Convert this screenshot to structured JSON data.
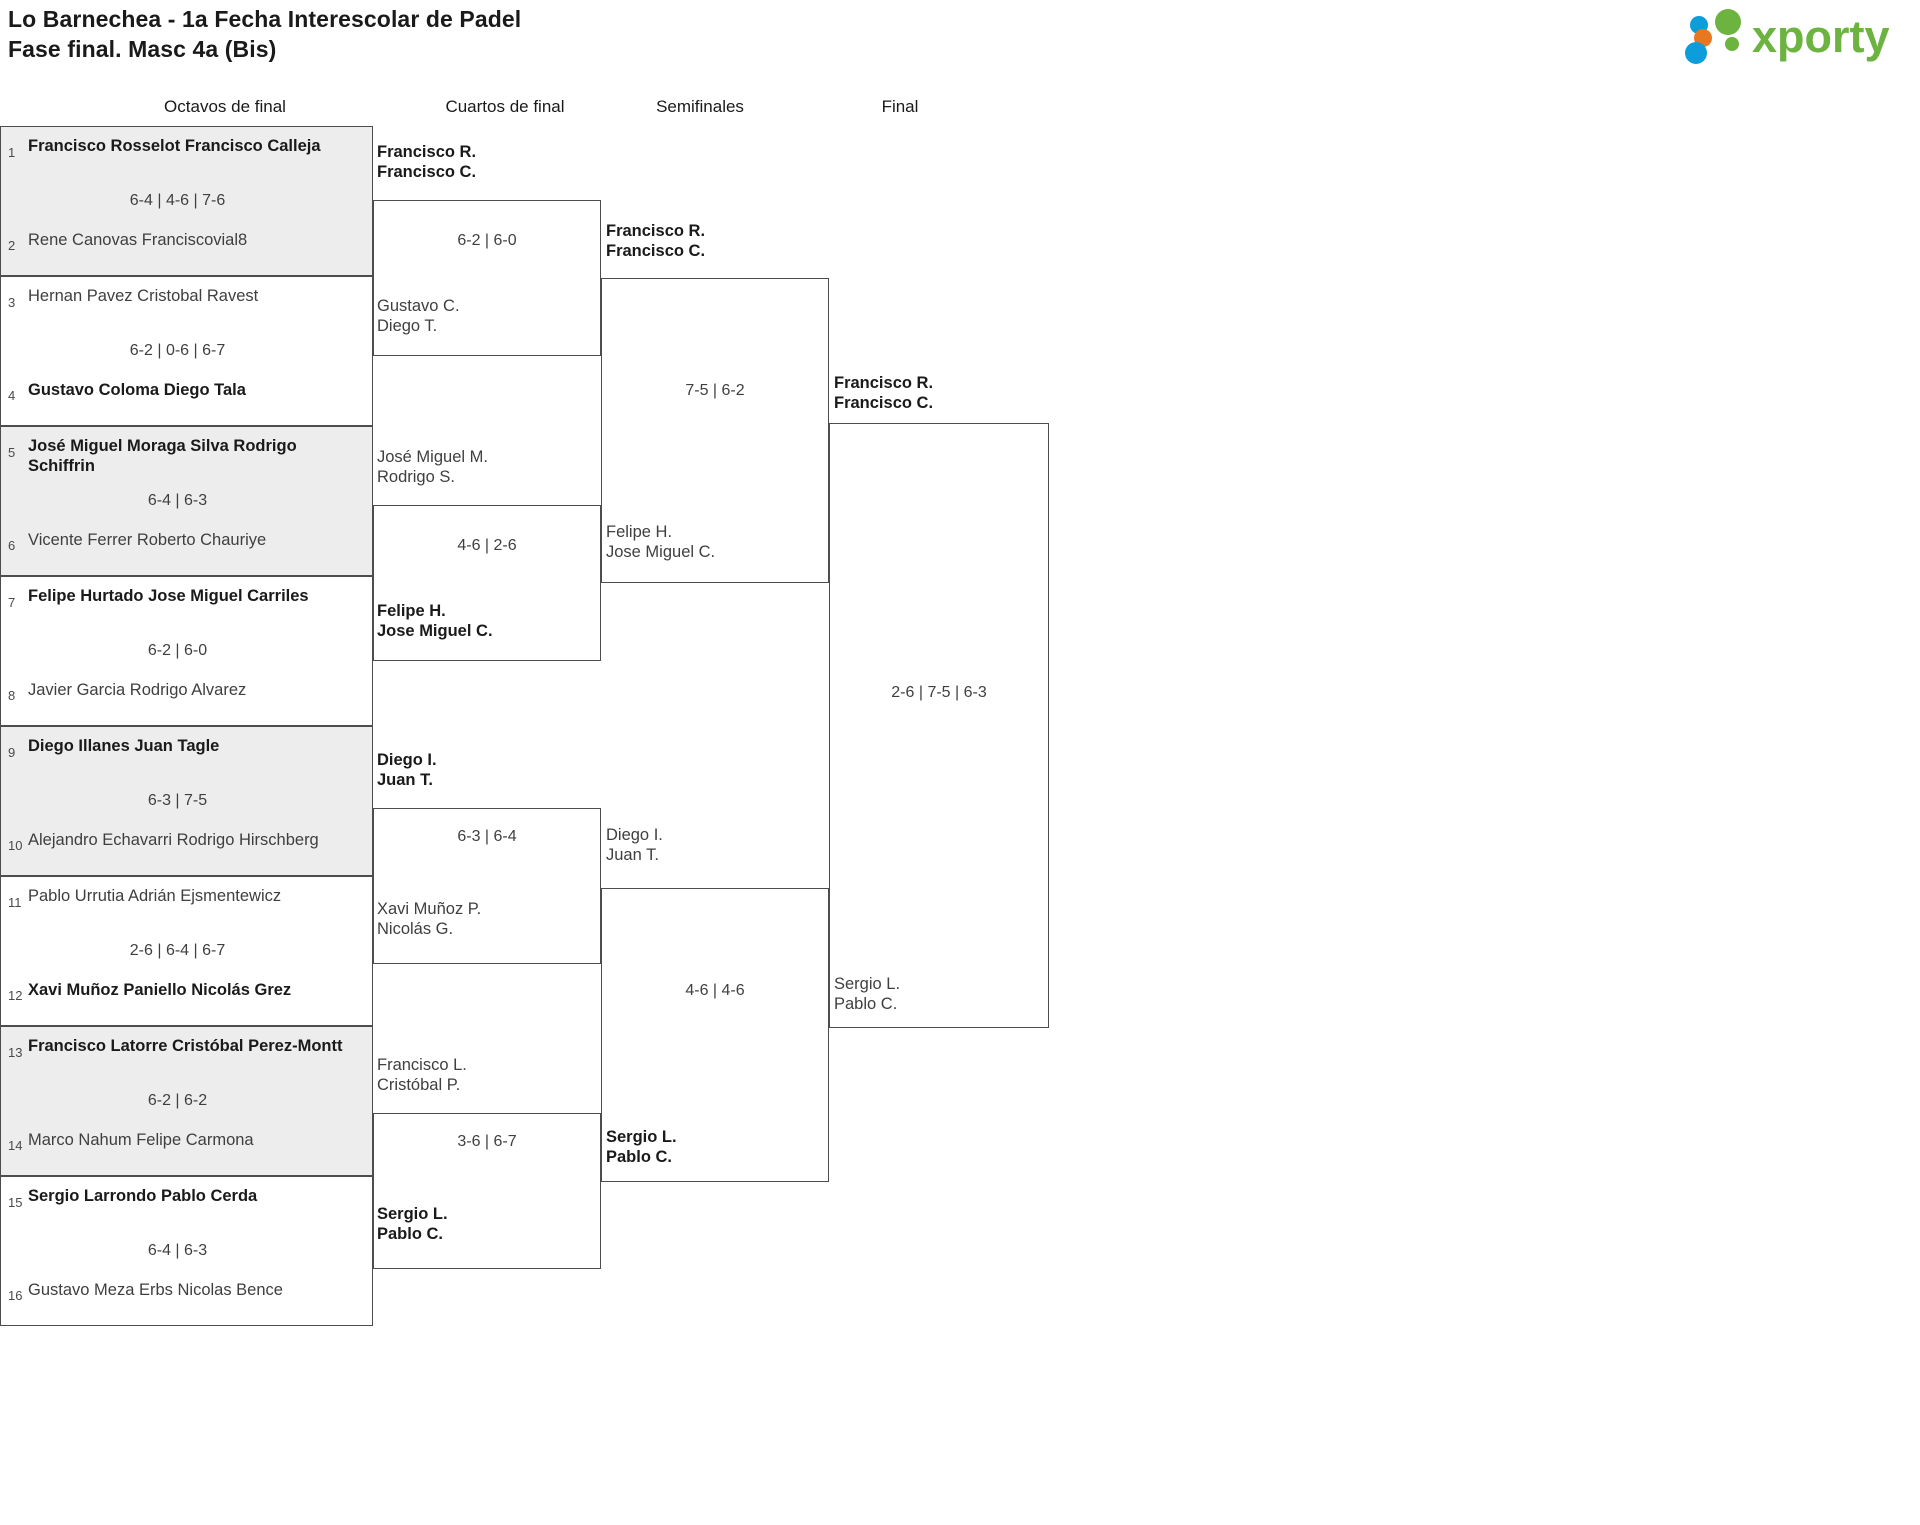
{
  "header": {
    "title_line1": "Lo Barnechea - 1a Fecha Interescolar de Padel",
    "title_line2": "Fase final. Masc 4a (Bis)",
    "logo_text": "xporty",
    "logo_colors": {
      "green": "#6cb33f",
      "blue": "#0d9ddb",
      "orange": "#e87722"
    }
  },
  "rounds": [
    {
      "label": "Octavos de final"
    },
    {
      "label": "Cuartos de final"
    },
    {
      "label": "Semifinales"
    },
    {
      "label": "Final"
    }
  ],
  "round1": {
    "matches": [
      {
        "score": "6-4 | 4-6 | 7-6",
        "top": {
          "seed": "1",
          "p1": "Francisco Rosselot",
          "p2": "Francisco Calleja",
          "winner": true
        },
        "bottom": {
          "seed": "2",
          "p1": "Rene Canovas",
          "p2": "Franciscovial8",
          "winner": false
        }
      },
      {
        "score": "6-2 | 0-6 | 6-7",
        "top": {
          "seed": "3",
          "p1": "Hernan Pavez",
          "p2": "Cristobal Ravest",
          "winner": false
        },
        "bottom": {
          "seed": "4",
          "p1": "Gustavo Coloma",
          "p2": "Diego Tala",
          "winner": true
        }
      },
      {
        "score": "6-4 | 6-3",
        "top": {
          "seed": "5",
          "p1": "José Miguel Moraga Silva",
          "p2": "Rodrigo Schiffrin",
          "winner": true
        },
        "bottom": {
          "seed": "6",
          "p1": "Vicente Ferrer",
          "p2": "Roberto Chauriye",
          "winner": false
        }
      },
      {
        "score": "6-2 | 6-0",
        "top": {
          "seed": "7",
          "p1": "Felipe Hurtado",
          "p2": "Jose Miguel Carriles",
          "winner": true
        },
        "bottom": {
          "seed": "8",
          "p1": "Javier Garcia",
          "p2": "Rodrigo Alvarez",
          "winner": false
        }
      },
      {
        "score": "6-3 | 7-5",
        "top": {
          "seed": "9",
          "p1": "Diego Illanes",
          "p2": "Juan Tagle",
          "winner": true
        },
        "bottom": {
          "seed": "10",
          "p1": "Alejandro Echavarri",
          "p2": "Rodrigo Hirschberg",
          "winner": false
        }
      },
      {
        "score": "2-6 | 6-4 | 6-7",
        "top": {
          "seed": "11",
          "p1": "Pablo Urrutia",
          "p2": "Adrián Ejsmentewicz",
          "winner": false
        },
        "bottom": {
          "seed": "12",
          "p1": "Xavi Muñoz Paniello",
          "p2": "Nicolás Grez",
          "winner": true
        }
      },
      {
        "score": "6-2 | 6-2",
        "top": {
          "seed": "13",
          "p1": "Francisco Latorre",
          "p2": "Cristóbal Perez-Montt",
          "winner": true
        },
        "bottom": {
          "seed": "14",
          "p1": "Marco Nahum",
          "p2": "Felipe Carmona",
          "winner": false
        }
      },
      {
        "score": "6-4 | 6-3",
        "top": {
          "seed": "15",
          "p1": "Sergio Larrondo",
          "p2": "Pablo Cerda",
          "winner": true
        },
        "bottom": {
          "seed": "16",
          "p1": "Gustavo Meza Erbs",
          "p2": "Nicolas Bence",
          "winner": false
        }
      }
    ]
  },
  "round2": {
    "matches": [
      {
        "score": "6-2 | 6-0",
        "top": {
          "p1": "Francisco R.",
          "p2": "Francisco C.",
          "winner": true
        },
        "bottom": {
          "p1": "Gustavo C.",
          "p2": "Diego T.",
          "winner": false
        }
      },
      {
        "score": "4-6 | 2-6",
        "top": {
          "p1": "José Miguel M.",
          "p2": "Rodrigo S.",
          "winner": false
        },
        "bottom": {
          "p1": "Felipe H.",
          "p2": "Jose Miguel C.",
          "winner": true
        }
      },
      {
        "score": "6-3 | 6-4",
        "top": {
          "p1": "Diego I.",
          "p2": "Juan T.",
          "winner": true
        },
        "bottom": {
          "p1": "Xavi Muñoz P.",
          "p2": "Nicolás G.",
          "winner": false
        }
      },
      {
        "score": "3-6 | 6-7",
        "top": {
          "p1": "Francisco L.",
          "p2": "Cristóbal P.",
          "winner": false
        },
        "bottom": {
          "p1": "Sergio L.",
          "p2": "Pablo C.",
          "winner": true
        }
      }
    ]
  },
  "round3": {
    "matches": [
      {
        "score": "7-5 | 6-2",
        "top": {
          "p1": "Francisco R.",
          "p2": "Francisco C.",
          "winner": true
        },
        "bottom": {
          "p1": "Felipe H.",
          "p2": "Jose Miguel C.",
          "winner": false
        }
      },
      {
        "score": "4-6 | 4-6",
        "top": {
          "p1": "Diego I.",
          "p2": "Juan T.",
          "winner": false
        },
        "bottom": {
          "p1": "Sergio L.",
          "p2": "Pablo C.",
          "winner": true
        }
      }
    ]
  },
  "round4": {
    "matches": [
      {
        "score": "2-6 | 7-5 | 6-3",
        "top": {
          "p1": "Francisco R.",
          "p2": "Francisco C.",
          "winner": true
        },
        "bottom": {
          "p1": "Sergio L.",
          "p2": "Pablo C.",
          "winner": false
        }
      }
    ]
  }
}
